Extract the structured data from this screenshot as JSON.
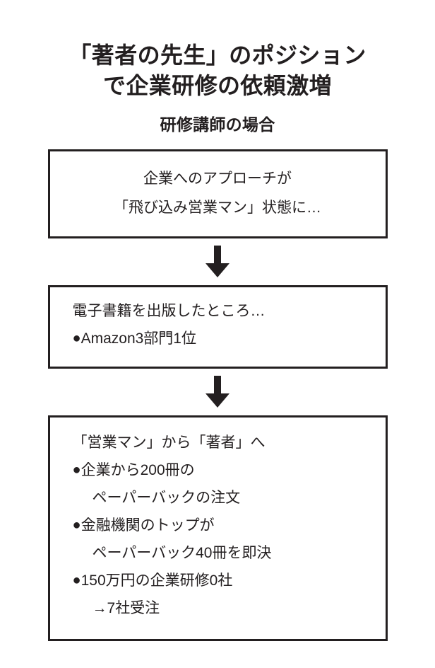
{
  "title": {
    "line1": "「著者の先生」のポジション",
    "line2": "で企業研修の依頼激増",
    "subtitle": "研修講師の場合"
  },
  "colors": {
    "ink": "#231f20",
    "background": "#ffffff",
    "border": "#231f20"
  },
  "icons": {
    "bullet": "●",
    "arrow_down": "arrow-down-icon",
    "inline_arrow": "→"
  },
  "flow": {
    "boxes": [
      {
        "id": "box-approach",
        "align": "center",
        "lines": [
          {
            "text": "企業へのアプローチが",
            "bullet": false,
            "indent": false
          },
          {
            "text": "「飛び込み営業マン」状態に…",
            "bullet": false,
            "indent": false
          }
        ]
      },
      {
        "id": "box-ebook",
        "align": "left",
        "lines": [
          {
            "text": "電子書籍を出版したところ…",
            "bullet": false,
            "indent": false
          },
          {
            "text": "Amazon3部門1位",
            "bullet": true,
            "indent": false
          }
        ]
      },
      {
        "id": "box-author",
        "align": "left",
        "lines": [
          {
            "text": "「営業マン」から「著者」へ",
            "bullet": false,
            "indent": false
          },
          {
            "text": "企業から200冊の",
            "bullet": true,
            "indent": false
          },
          {
            "text": "ペーパーバックの注文",
            "bullet": false,
            "indent": true
          },
          {
            "text": "金融機関のトップが",
            "bullet": true,
            "indent": false
          },
          {
            "text": "ペーパーバック40冊を即決",
            "bullet": false,
            "indent": true
          },
          {
            "text": "150万円の企業研修0社",
            "bullet": true,
            "indent": false
          },
          {
            "text": "→7社受注",
            "bullet": false,
            "indent": true
          }
        ]
      }
    ],
    "connectors": [
      {
        "id": "connector-1",
        "direction": "down"
      },
      {
        "id": "connector-2",
        "direction": "down"
      }
    ]
  }
}
